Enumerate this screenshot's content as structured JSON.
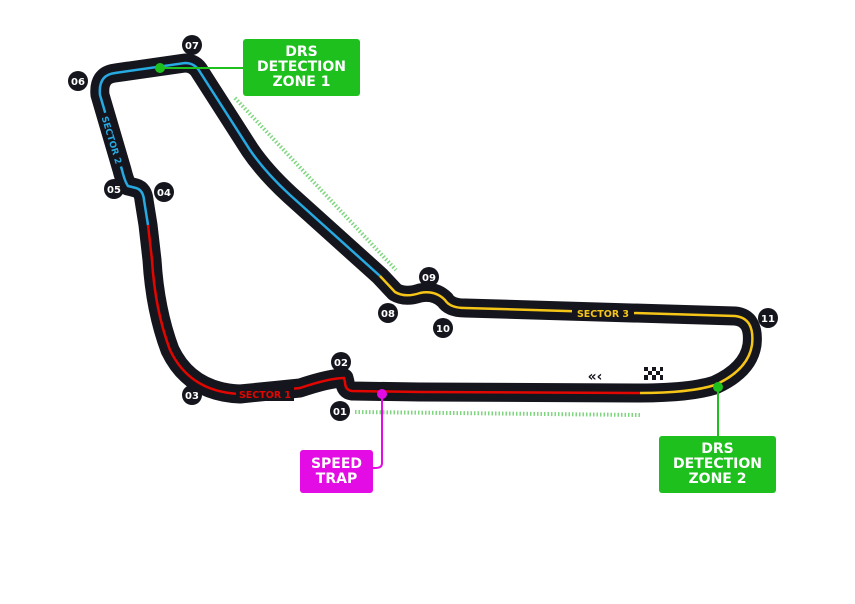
{
  "turns": [
    "01",
    "02",
    "03",
    "04",
    "05",
    "06",
    "07",
    "08",
    "09",
    "10",
    "11"
  ],
  "sectors": {
    "s1": "SECTOR 1",
    "s2": "SECTOR 2",
    "s3": "SECTOR 3"
  },
  "callouts": {
    "drs1": [
      "DRS",
      "DETECTION",
      "ZONE 1"
    ],
    "drs2": [
      "DRS",
      "DETECTION",
      "ZONE 2"
    ],
    "speed_trap": [
      "SPEED",
      "TRAP"
    ]
  },
  "colors": {
    "track": "#15151e",
    "sector1": "#e10600",
    "sector2": "#27a9e1",
    "sector3": "#f5c518",
    "drs": "#1ec01e",
    "speed_trap": "#e40ce4"
  },
  "icons": [
    "direction-arrows-icon",
    "checkered-flag-icon"
  ]
}
